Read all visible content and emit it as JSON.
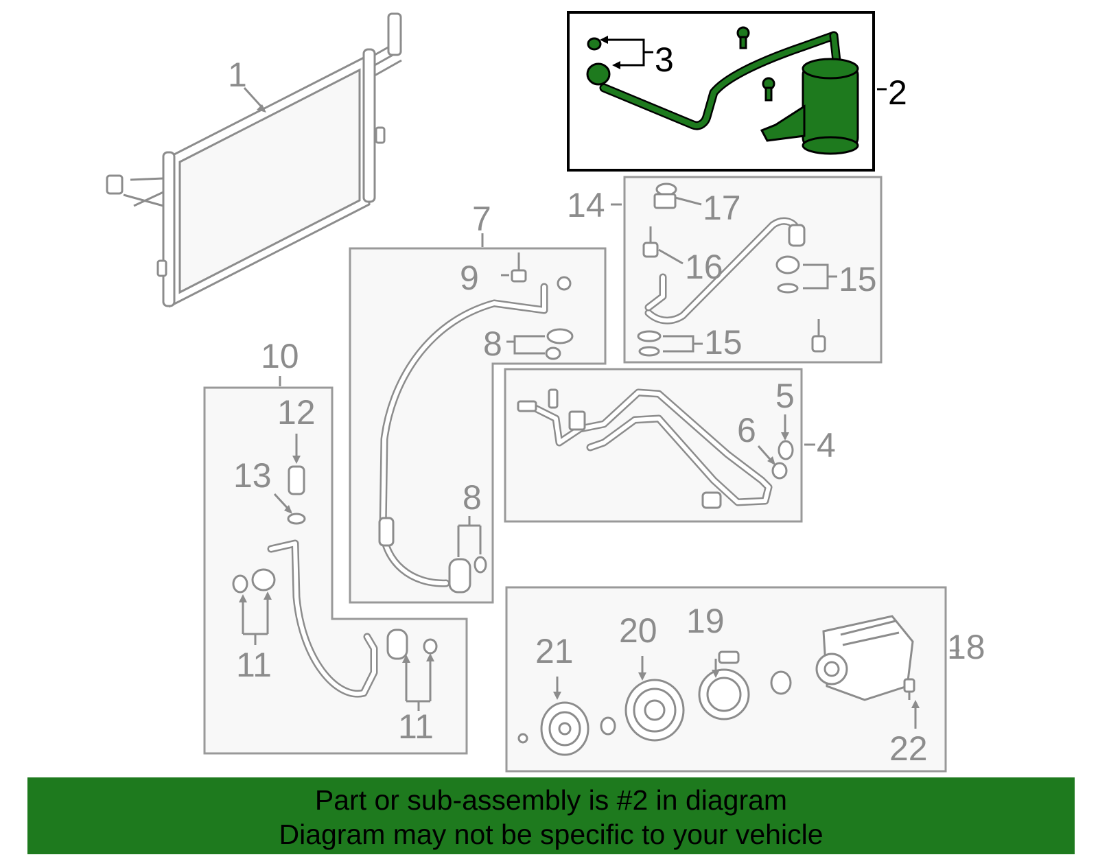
{
  "callouts": {
    "c1": "1",
    "c2": "2",
    "c3": "3",
    "c4": "4",
    "c5": "5",
    "c6": "6",
    "c7": "7",
    "c8a": "8",
    "c8b": "8",
    "c9": "9",
    "c10": "10",
    "c11a": "11",
    "c11b": "11",
    "c12": "12",
    "c13": "13",
    "c14": "14",
    "c15a": "15",
    "c15b": "15",
    "c16": "16",
    "c17": "17",
    "c18": "18",
    "c19": "19",
    "c20": "20",
    "c21": "21",
    "c22": "22"
  },
  "banner": {
    "line1": "Part or sub-assembly is #2 in diagram",
    "line2": "Diagram may not be specific to your vehicle"
  },
  "colors": {
    "highlight": "#1e7a1e",
    "part_line": "#8c8c8c",
    "box_fill": "#f8f8f8"
  }
}
